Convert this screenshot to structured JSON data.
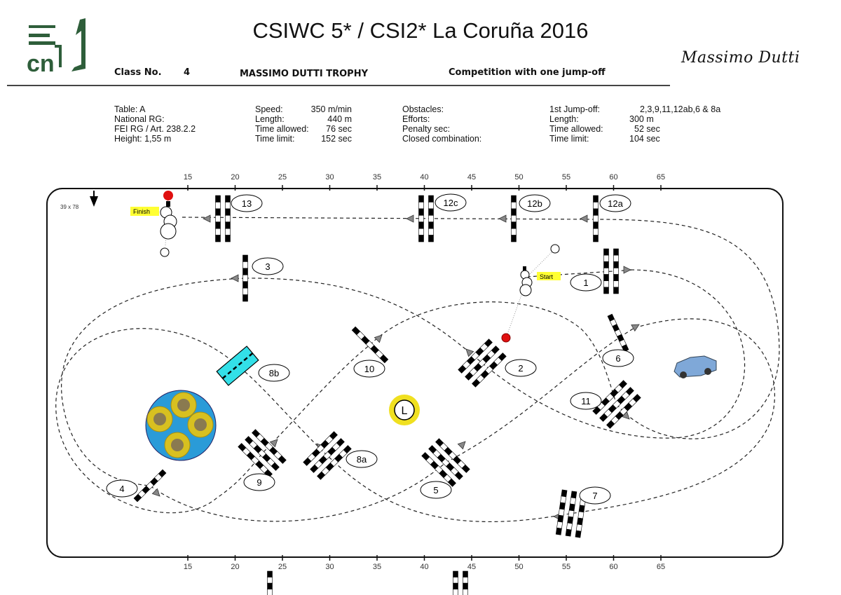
{
  "logo": {
    "text": "cn"
  },
  "title": "CSIWC 5* / CSI2* La Coruña 2016",
  "sponsor": "Massimo Dutti",
  "header": {
    "class_label": "Class No.",
    "class_no": "4",
    "trophy": "MASSIMO DUTTI TROPHY",
    "competition": "Competition with one jump-off"
  },
  "info": {
    "col1": [
      "Table: A",
      "National RG:",
      "FEI RG / Art. 238.2.2",
      "Height: 1,55 m"
    ],
    "col2": [
      {
        "label": "Speed:",
        "value": "350 m/min"
      },
      {
        "label": "Length:",
        "value": "440 m"
      },
      {
        "label": "Time allowed:",
        "value": "76 sec"
      },
      {
        "label": "Time limit:",
        "value": "152 sec"
      }
    ],
    "col3": [
      "Obstacles:",
      "Efforts:",
      "Penalty sec:",
      "Closed combination:"
    ],
    "col4": [
      {
        "label": "1st Jump-off:",
        "value": "2,3,9,11,12ab,6 & 8a"
      },
      {
        "label": "Length:",
        "value": "300 m"
      },
      {
        "label": "Time allowed:",
        "value": "52 sec"
      },
      {
        "label": "Time limit:",
        "value": "104 sec"
      }
    ]
  },
  "arena": {
    "size": "39 x 78",
    "scale_ticks": [
      "15",
      "20",
      "25",
      "30",
      "35",
      "40",
      "45",
      "50",
      "55",
      "60",
      "65"
    ],
    "start_label": "Start",
    "finish_label": "Finish",
    "l_marker": "L"
  },
  "obstacles": [
    "1",
    "2",
    "3",
    "4",
    "5",
    "6",
    "7",
    "8a",
    "8b",
    "9",
    "10",
    "11",
    "12a",
    "12b",
    "12c",
    "13"
  ],
  "colors": {
    "logo_green": "#2e5e3a",
    "water": "#33e0e8",
    "highlight": "#ffff33",
    "flag_red": "#e01010"
  }
}
